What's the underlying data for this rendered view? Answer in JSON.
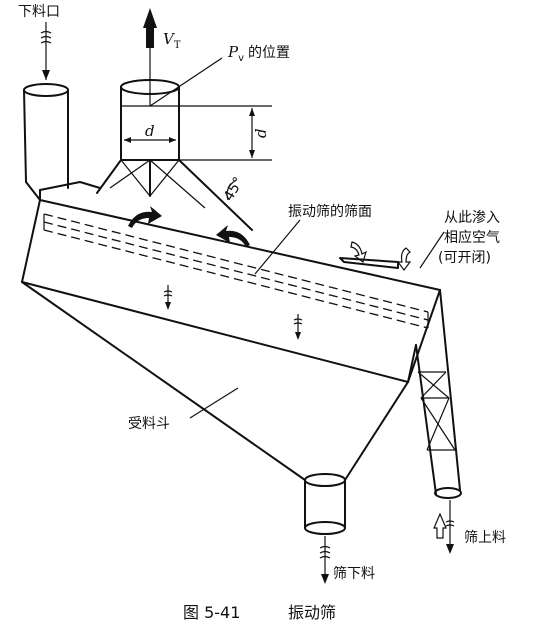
{
  "labels": {
    "inlet": "下料口",
    "velocity_symbol": "V",
    "velocity_subscript": "T",
    "pv_symbol": "P",
    "pv_subscript": "v",
    "pv_text": "的位置",
    "diameter": "d",
    "diameter_vertical": "d",
    "angle": "45°",
    "screen_surface": "振动筛的筛面",
    "air_line1": "从此渗入",
    "air_line2": "相应空气",
    "air_line3": "(可开闭)",
    "hopper": "受料斗",
    "undersize": "筛下料",
    "oversize": "筛上料"
  },
  "caption": {
    "figure_number": "图 5-41",
    "title": "振动筛"
  }
}
